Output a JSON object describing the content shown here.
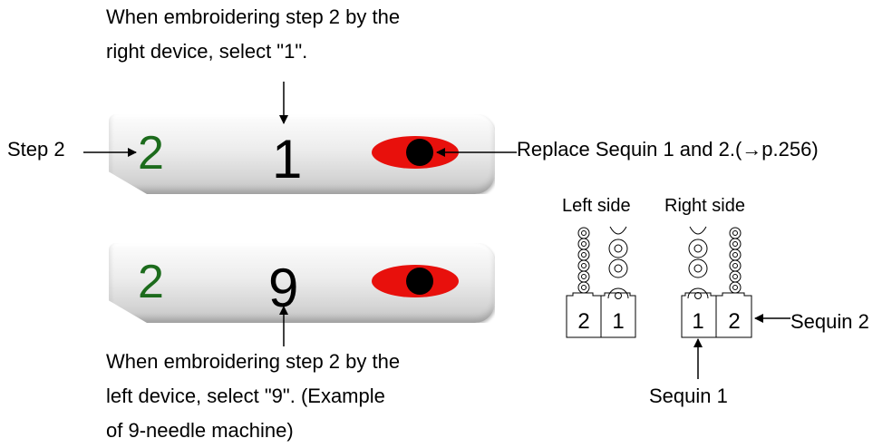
{
  "top_caption": {
    "line1": "When embroidering step 2 by the",
    "line2": "right device, select \"1\"."
  },
  "bottom_caption": {
    "line1": "When embroidering step 2 by the",
    "line2": "left device, select \"9\". (Example",
    "line3": "of 9-needle machine)"
  },
  "button_top": {
    "step": "2",
    "needle": "1"
  },
  "button_bottom": {
    "step": "2",
    "needle": "9"
  },
  "labels": {
    "step": "Step 2",
    "replace": "Replace Sequin 1 and 2.(→p.256)",
    "sequin1": "Sequin 1",
    "sequin2": "Sequin 2"
  },
  "diagram": {
    "left_side": "Left side",
    "right_side": "Right side",
    "left_boxes": [
      "2",
      "1"
    ],
    "right_boxes": [
      "1",
      "2"
    ]
  },
  "colors": {
    "step_green": "#1c6b1c",
    "eye_red": "#e8100c",
    "pupil": "#000000"
  }
}
